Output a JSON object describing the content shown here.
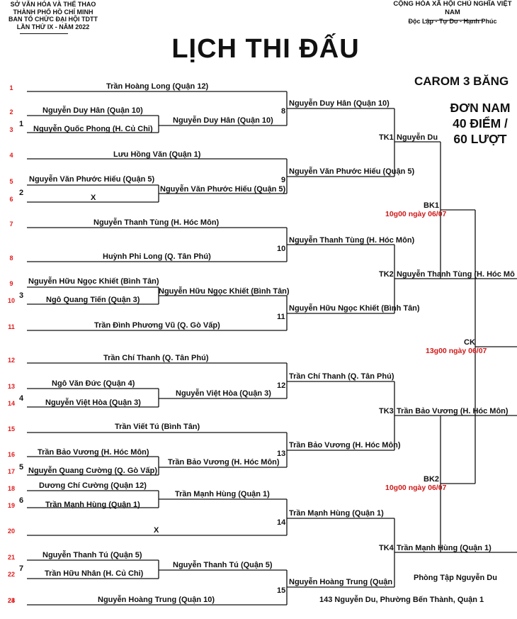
{
  "header_left": {
    "line1": "SỞ VĂN HÓA VÀ THỂ THAO",
    "line2": "THÀNH PHỐ HỒ CHÍ MINH",
    "line3": "BAN TỔ CHỨC ĐẠI HỘI TDTT",
    "line4": "LẦN THỨ IX - NĂM 2022"
  },
  "header_right": {
    "line1": "CỘNG HÒA XÃ HỘI CHỦ NGHĨA VIỆT NAM",
    "line2": "Độc Lập - Tự Do - Hạnh Phúc"
  },
  "title": "LỊCH THI ĐẤU",
  "event": {
    "name": "CAROM 3 BĂNG",
    "line1": "ĐƠN NAM",
    "line2": "40 ĐIỂM /",
    "line3": "60 LƯỢT"
  },
  "rows": [
    "1",
    "2",
    "3",
    "4",
    "5",
    "6",
    "7",
    "8",
    "9",
    "10",
    "11",
    "12",
    "13",
    "14",
    "15",
    "16",
    "17",
    "18",
    "19",
    "20",
    "21",
    "22",
    "23",
    "24"
  ],
  "round1_names": [
    "Trần Hoàng Long (Quận 12)",
    "Nguyễn Duy Hân (Quận 10)",
    "Nguyễn Quốc Phong (H. Củ Chi)",
    "Lưu Hồng Văn (Quận 1)",
    "Nguyễn Văn Phước Hiếu (Quận 5)",
    "X",
    "Nguyễn Thanh Tùng (H. Hóc Môn)",
    "Huỳnh Phi Long (Q. Tân Phú)",
    "Nguyễn Hữu Ngọc Khiết (Bình Tân)",
    "Ngô Quang Tiến (Quận 3)",
    "Trần Đình Phương Vũ (Q. Gò Vấp)",
    "Trần Chí Thanh (Q. Tân Phú)",
    "Ngô Văn Đức (Quận 4)",
    "Nguyễn Việt Hòa (Quận 3)",
    "Trần Viết Tú (Bình Tân)",
    "Trần Bảo Vương (H. Hóc Môn)",
    "Nguyễn Quang Cường (Q. Gò Vấp)",
    "Dương Chí Cường (Quận 12)",
    "Trần Mạnh Hùng (Quận 1)",
    "X",
    "Nguyễn Thanh Tú (Quận 5)",
    "Trần Hữu Nhân (H. Củ Chi)",
    "Nguyễn Hoàng Trung (Quận 10)"
  ],
  "match_nums": [
    "1",
    "2",
    "3",
    "4",
    "5",
    "6",
    "7",
    "8",
    "9",
    "10",
    "11",
    "12",
    "13",
    "14",
    "15"
  ],
  "winners_r1": [
    "Nguyễn Duy Hân (Quận 10)",
    "Nguyễn Văn Phước Hiếu (Quận 5)",
    "Nguyễn Hữu Ngọc Khiết (Bình Tân)",
    "Nguyễn Việt Hòa (Quận 3)",
    "Trần Bảo Vương (H. Hóc Môn)",
    "Trần Mạnh Hùng (Quận 1)",
    "Nguyễn Thanh Tú (Quận 5)"
  ],
  "winners_r2": [
    "Nguyễn Duy Hân (Quận 10)",
    "Nguyễn Văn Phước Hiếu (Quận 5)",
    "Nguyễn Thanh Tùng (H. Hóc Môn)",
    "Nguyễn Hữu Ngọc Khiết (Bình Tân)",
    "Trần Chí Thanh (Q. Tân Phú)",
    "Trần Bảo Vương (H. Hóc Môn)",
    "Trần Mạnh Hùng (Quận 1)",
    "Nguyễn Hoàng Trung (Quận"
  ],
  "quarterfinals": {
    "tk1": {
      "label": "TK1",
      "winner": "Nguyễn Du"
    },
    "tk2": {
      "label": "TK2",
      "winner": "Nguyễn Thanh Tùng (H. Hóc Mô"
    },
    "tk3": {
      "label": "TK3",
      "winner": "Trần Bảo Vương (H. Hóc Môn)"
    },
    "tk4": {
      "label": "TK4",
      "winner": "Trần Mạnh Hùng (Quận 1)"
    }
  },
  "semifinals": {
    "bk1": {
      "label": "BK1",
      "time": "10g00 ngày 06/07"
    },
    "bk2": {
      "label": "BK2",
      "time": "10g00 ngày 06/07"
    }
  },
  "final": {
    "label": "CK",
    "time": "13g00 ngày 06/07"
  },
  "venue": {
    "name": "Phòng Tập Nguyễn Du",
    "address": "143 Nguyễn Du, Phường Bến Thành, Quận 1"
  },
  "colors": {
    "line": "#111111",
    "red": "#e01818"
  }
}
